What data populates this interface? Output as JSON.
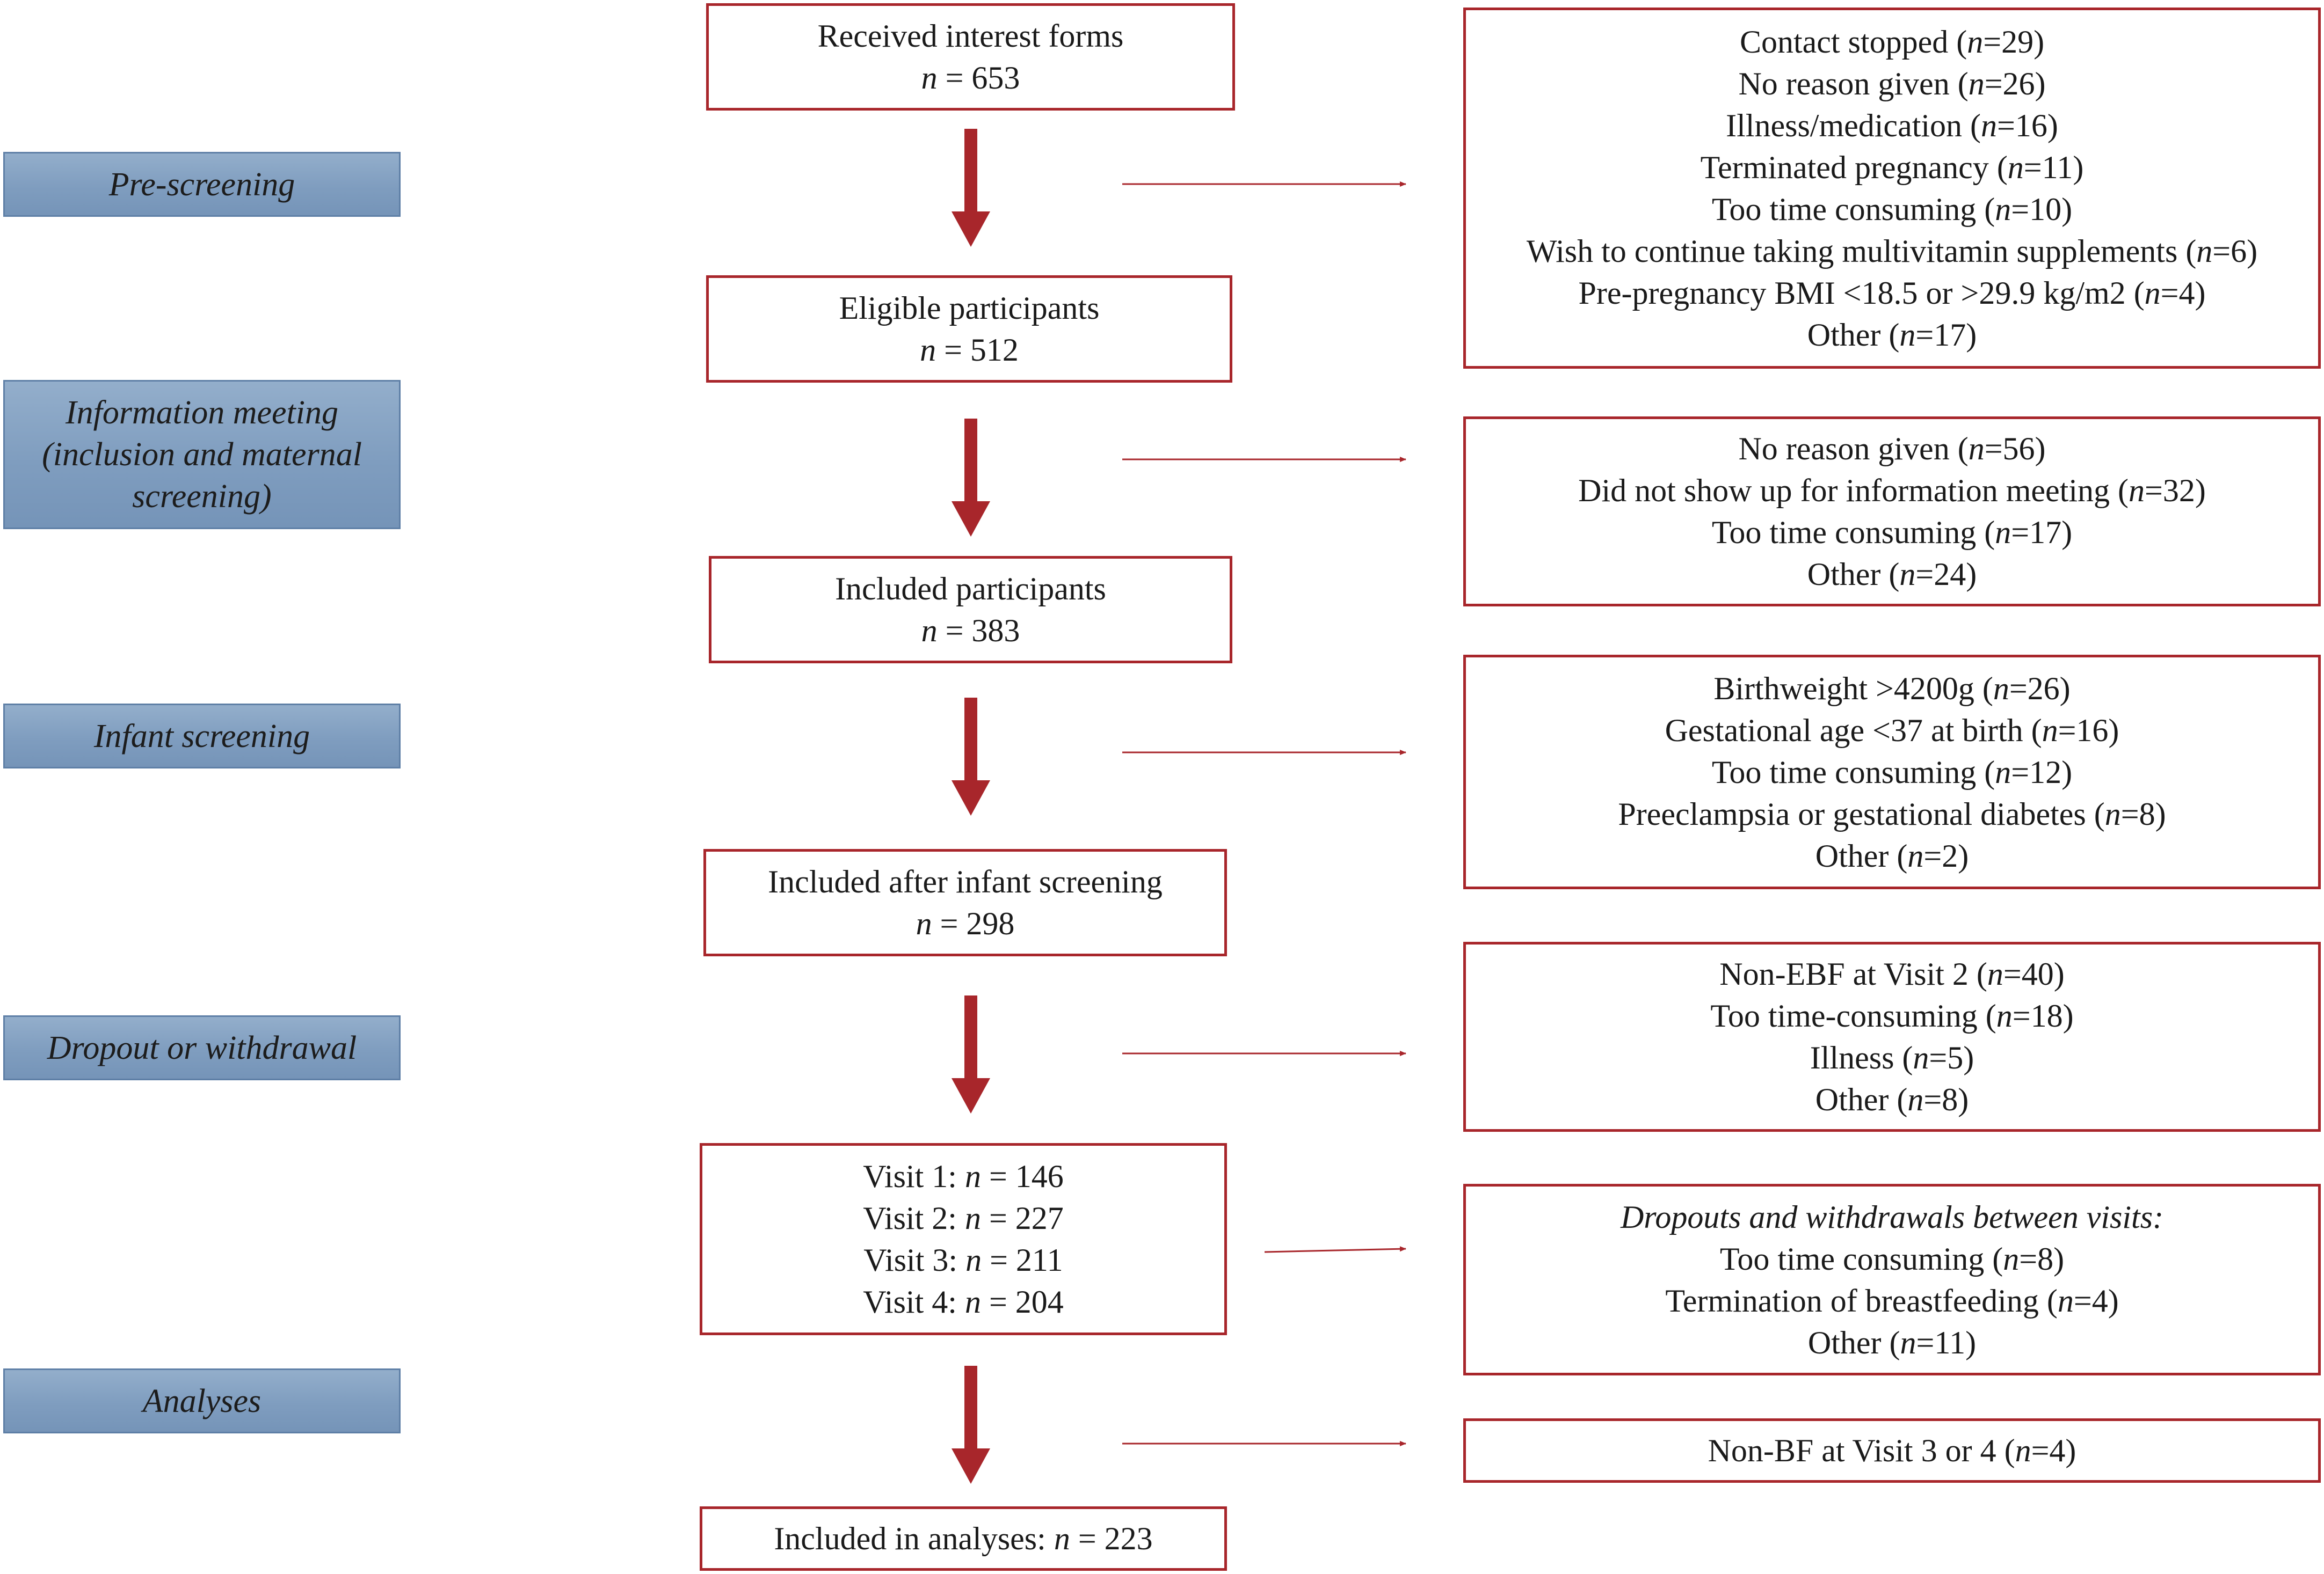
{
  "stages": [
    {
      "label": "Pre-screening"
    },
    {
      "label": "Information meeting (inclusion and maternal screening)"
    },
    {
      "label": "Infant screening"
    },
    {
      "label": "Dropout or withdrawal"
    },
    {
      "label": "Analyses"
    }
  ],
  "flow": [
    {
      "title": "Received interest forms",
      "n": "653"
    },
    {
      "title": "Eligible participants",
      "n": "512"
    },
    {
      "title": "Included participants",
      "n": "383"
    },
    {
      "title": "Included after infant screening",
      "n": "298"
    },
    {
      "visits": [
        {
          "label": "Visit 1:",
          "n": "146"
        },
        {
          "label": "Visit 2:",
          "n": "227"
        },
        {
          "label": "Visit 3:",
          "n": "211"
        },
        {
          "label": "Visit 4:",
          "n": "204"
        }
      ]
    },
    {
      "title": "Included in analyses:",
      "n": "223"
    }
  ],
  "exclusions": [
    {
      "items": [
        {
          "reason": "Contact stopped",
          "n": "29"
        },
        {
          "reason": "No reason given",
          "n": "26"
        },
        {
          "reason": "Illness/medication",
          "n": "16"
        },
        {
          "reason": "Terminated pregnancy",
          "n": "11"
        },
        {
          "reason": "Too time consuming",
          "n": "10"
        },
        {
          "reason": "Wish to continue taking multivitamin supplements",
          "n": "6"
        },
        {
          "reason": "Pre-pregnancy BMI <18.5 or >29.9 kg/m2",
          "n": "4"
        },
        {
          "reason": "Other",
          "n": "17"
        }
      ]
    },
    {
      "items": [
        {
          "reason": "No reason given",
          "n": "56"
        },
        {
          "reason": "Did not show up for information meeting",
          "n": "32"
        },
        {
          "reason": "Too time consuming",
          "n": "17"
        },
        {
          "reason": "Other",
          "n": "24"
        }
      ]
    },
    {
      "items": [
        {
          "reason": "Birthweight >4200g",
          "n": "26"
        },
        {
          "reason": "Gestational age <37 at birth",
          "n": "16"
        },
        {
          "reason": "Too time consuming",
          "n": "12"
        },
        {
          "reason": "Preeclampsia or gestational diabetes",
          "n": "8"
        },
        {
          "reason": "Other",
          "n": "2"
        }
      ]
    },
    {
      "items": [
        {
          "reason": "Non-EBF at Visit 2",
          "n": "40"
        },
        {
          "reason": "Too time-consuming",
          "n": "18"
        },
        {
          "reason": "Illness",
          "n": "5"
        },
        {
          "reason": "Other",
          "n": "8"
        }
      ]
    },
    {
      "heading": "Dropouts and withdrawals between visits:",
      "items": [
        {
          "reason": "Too time consuming",
          "n": "8"
        },
        {
          "reason": "Termination of breastfeeding",
          "n": "4"
        },
        {
          "reason": "Other",
          "n": "11"
        }
      ]
    },
    {
      "items": [
        {
          "reason": "Non-BF at Visit 3 or 4",
          "n": "4"
        }
      ]
    }
  ],
  "symbols": {
    "n": "n",
    "eq": "=",
    "n_prefix": "(",
    "n_suffix": ")"
  },
  "colors": {
    "accent": "#a8262b",
    "stage_fill": "#7f9dbf",
    "stage_border": "#5e7fa6"
  }
}
